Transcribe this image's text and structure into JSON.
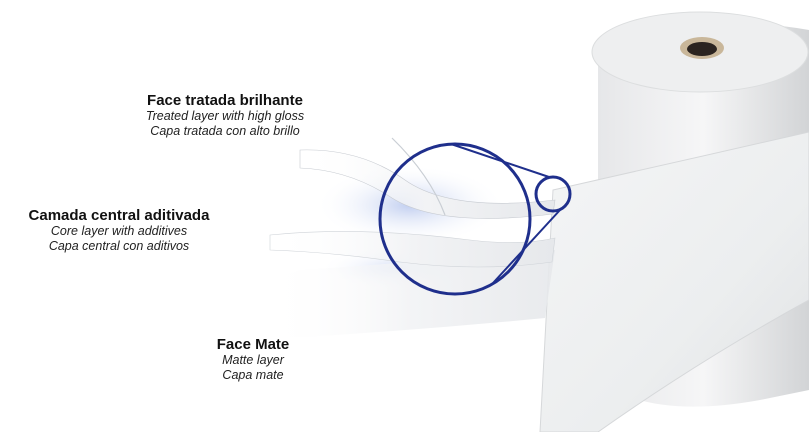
{
  "layers": [
    {
      "title": "Face tratada brilhante",
      "line_en": "Treated layer with high gloss",
      "line_es": "Capa tratada con alto brillo"
    },
    {
      "title": "Camada central aditivada",
      "line_en": "Core layer with additives",
      "line_es": "Capa central con aditivos"
    },
    {
      "title": "Face Mate",
      "line_en": "Matte layer",
      "line_es": "Capa mate"
    }
  ],
  "colors": {
    "magnifier_ring": "#1f2f8c",
    "core_glow": "#b9c8ee",
    "roll_shadow": "#d4d6d8"
  },
  "icons": [
    "paper-roll-illustration",
    "magnifier-circle-icon"
  ]
}
